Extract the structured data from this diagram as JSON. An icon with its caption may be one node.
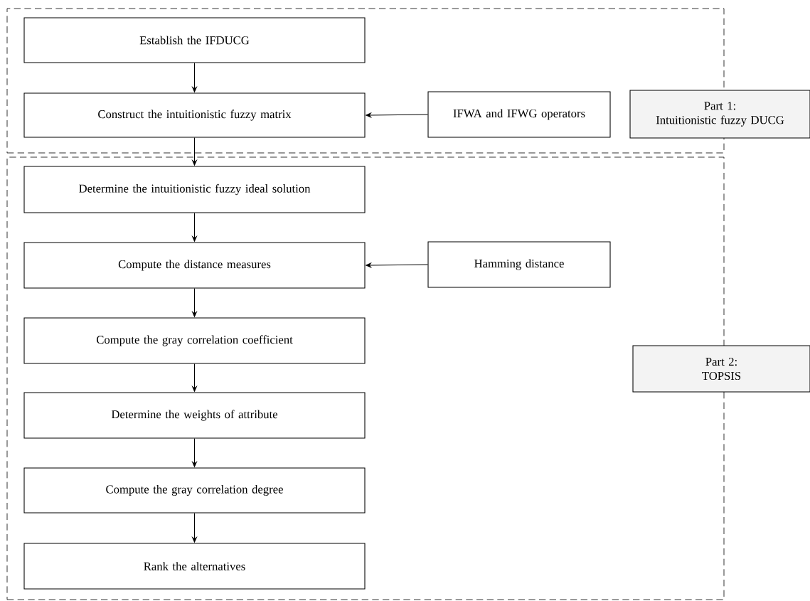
{
  "diagram": {
    "nodes": [
      {
        "text": [],
        "shape": "box"
      },
      {
        "text": [
          "Establish the IFDUCG"
        ],
        "in": 0
      },
      {
        "text": [
          "Construct the intuitionistic fuzzy matrix"
        ],
        "in": 0
      },
      {
        "text": [
          "IFWA and IFWG operators"
        ],
        "in": 0
      },
      {
        "text": [
          "Part 1:",
          "Intuitionistic fuzzy DUCG"
        ]
      },
      {
        "text": [],
        "shape": "box"
      },
      {
        "text": [
          "Determine the intuitionistic fuzzy ideal solution"
        ],
        "in": 5
      },
      {
        "text": [
          "Compute the distance measures"
        ],
        "in": 5
      },
      {
        "text": [
          "Hamming distance"
        ],
        "in": 5
      },
      {
        "text": [
          "Compute the gray correlation coefficient"
        ],
        "in": 5
      },
      {
        "text": [
          "Determine the weights of attribute"
        ],
        "in": 5
      },
      {
        "text": [
          "Compute the gray correlation degree"
        ],
        "in": 5
      },
      {
        "text": [
          "Rank the alternatives"
        ],
        "in": 5
      },
      {
        "text": [
          "Part 2:",
          "TOPSIS"
        ]
      }
    ],
    "edges": [
      {
        "from": 1,
        "to": 2,
        "arrow": "to"
      },
      {
        "from": 3,
        "to": 2,
        "arrow": "to"
      },
      {
        "from": 2,
        "to": 6,
        "arrow": "to"
      },
      {
        "from": 6,
        "to": 7,
        "arrow": "to"
      },
      {
        "from": 8,
        "to": 7,
        "arrow": "to"
      },
      {
        "from": 7,
        "to": 9,
        "arrow": "to"
      },
      {
        "from": 9,
        "to": 10,
        "arrow": "to"
      },
      {
        "from": 10,
        "to": 11,
        "arrow": "to"
      },
      {
        "from": 11,
        "to": 12,
        "arrow": "to"
      }
    ]
  }
}
